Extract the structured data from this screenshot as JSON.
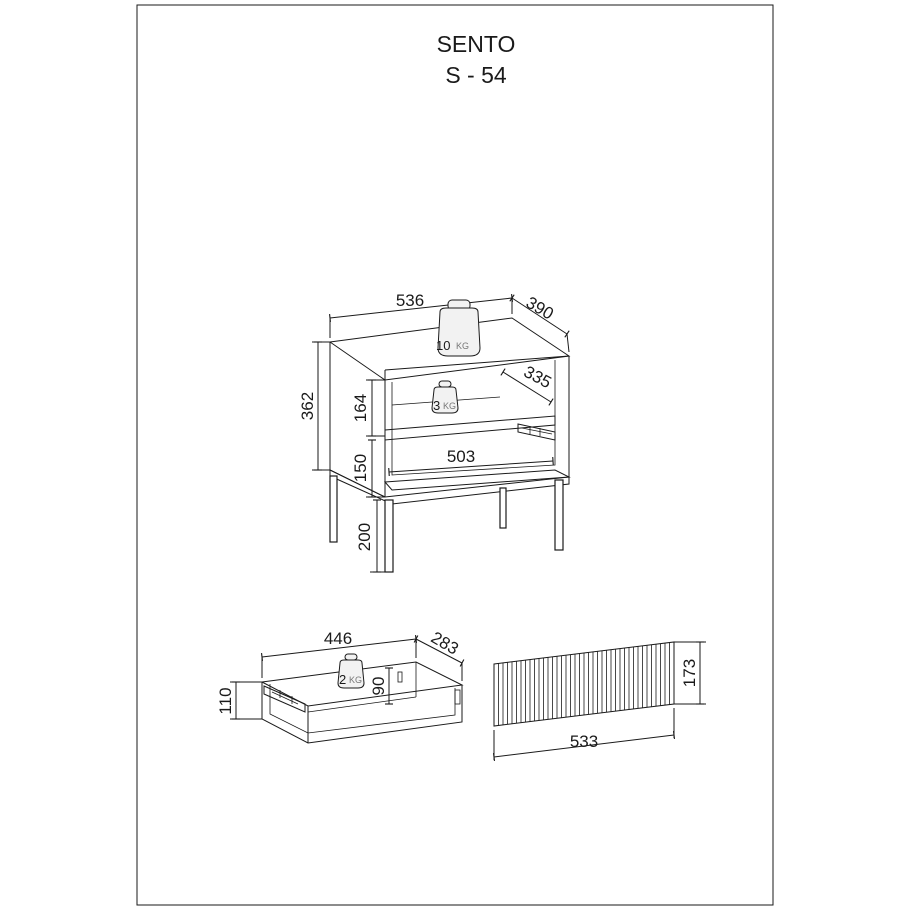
{
  "title": {
    "product": "SENTO",
    "code": "S - 54"
  },
  "cabinet": {
    "width": "536",
    "depth": "390",
    "height_body": "362",
    "shelf_gap": "164",
    "drawer_gap": "150",
    "leg_height": "200",
    "inner_depth": "335",
    "inner_width": "503",
    "load_top": "10",
    "load_shelf": "3",
    "load_unit": "KG"
  },
  "drawer": {
    "width": "446",
    "depth": "283",
    "height": "110",
    "inner_height": "90",
    "load": "2",
    "load_unit": "KG"
  },
  "front_panel": {
    "width": "533",
    "height": "173",
    "slat_count": 20
  }
}
